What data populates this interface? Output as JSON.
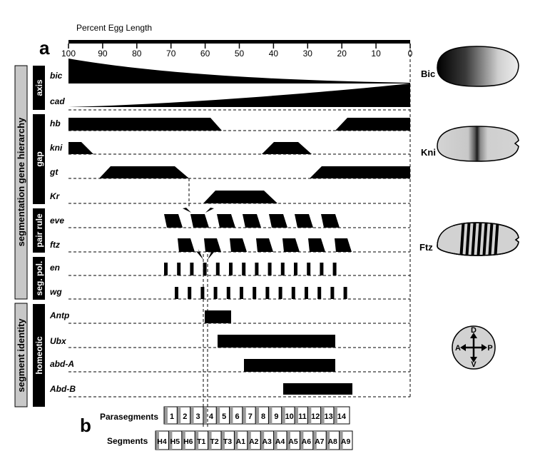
{
  "panel_a_label": "a",
  "panel_b_label": "b",
  "axis_title": "Percent Egg Length",
  "axis_ticks": [
    "100",
    "90",
    "80",
    "70",
    "60",
    "50",
    "40",
    "30",
    "20",
    "10",
    "0"
  ],
  "hierarchy_labels": {
    "main": "segmentation gene hierarchy",
    "identity": "segment identity"
  },
  "class_labels": [
    "axis",
    "gap",
    "pair rule",
    "seg. pol.",
    "homeotic"
  ],
  "genes": [
    {
      "name": "bic",
      "class": "axis"
    },
    {
      "name": "cad",
      "class": "axis"
    },
    {
      "name": "hb",
      "class": "gap"
    },
    {
      "name": "kni",
      "class": "gap"
    },
    {
      "name": "gt",
      "class": "gap"
    },
    {
      "name": "Kr",
      "class": "gap"
    },
    {
      "name": "eve",
      "class": "pair rule"
    },
    {
      "name": "ftz",
      "class": "pair rule"
    },
    {
      "name": "en",
      "class": "seg. pol."
    },
    {
      "name": "wg",
      "class": "seg. pol."
    },
    {
      "name": "Antp",
      "class": "homeotic"
    },
    {
      "name": "Ubx",
      "class": "homeotic"
    },
    {
      "name": "abd-A",
      "class": "homeotic"
    },
    {
      "name": "Abd-B",
      "class": "homeotic"
    }
  ],
  "expression_domains": {
    "hb": [
      [
        100,
        56
      ],
      [
        21,
        0
      ]
    ],
    "kni": [
      [
        100,
        92
      ],
      [
        42,
        29
      ]
    ],
    "gt": [
      [
        92,
        64
      ],
      [
        29,
        0
      ]
    ],
    "Kr": [
      [
        60,
        40
      ]
    ],
    "Antp": [
      [
        60,
        52
      ]
    ],
    "Ubx": [
      [
        56,
        21
      ]
    ],
    "abd-A": [
      [
        48,
        21
      ]
    ],
    "Abd-B": [
      [
        37,
        16
      ]
    ]
  },
  "embryos": [
    {
      "label": "Bic"
    },
    {
      "label": "Kni"
    },
    {
      "label": "Ftz"
    }
  ],
  "compass": {
    "top": "D",
    "bottom": "V",
    "left": "A",
    "right": "P"
  },
  "parasegments_label": "Parasegments",
  "segments_label": "Segments",
  "parasegments": [
    "1",
    "2",
    "3",
    "4",
    "5",
    "6",
    "7",
    "8",
    "9",
    "10",
    "11",
    "12",
    "13",
    "14"
  ],
  "segments": [
    "H4",
    "H5",
    "H6",
    "T1",
    "T2",
    "T3",
    "A1",
    "A2",
    "A3",
    "A4",
    "A5",
    "A6",
    "A7",
    "A8",
    "A9"
  ]
}
